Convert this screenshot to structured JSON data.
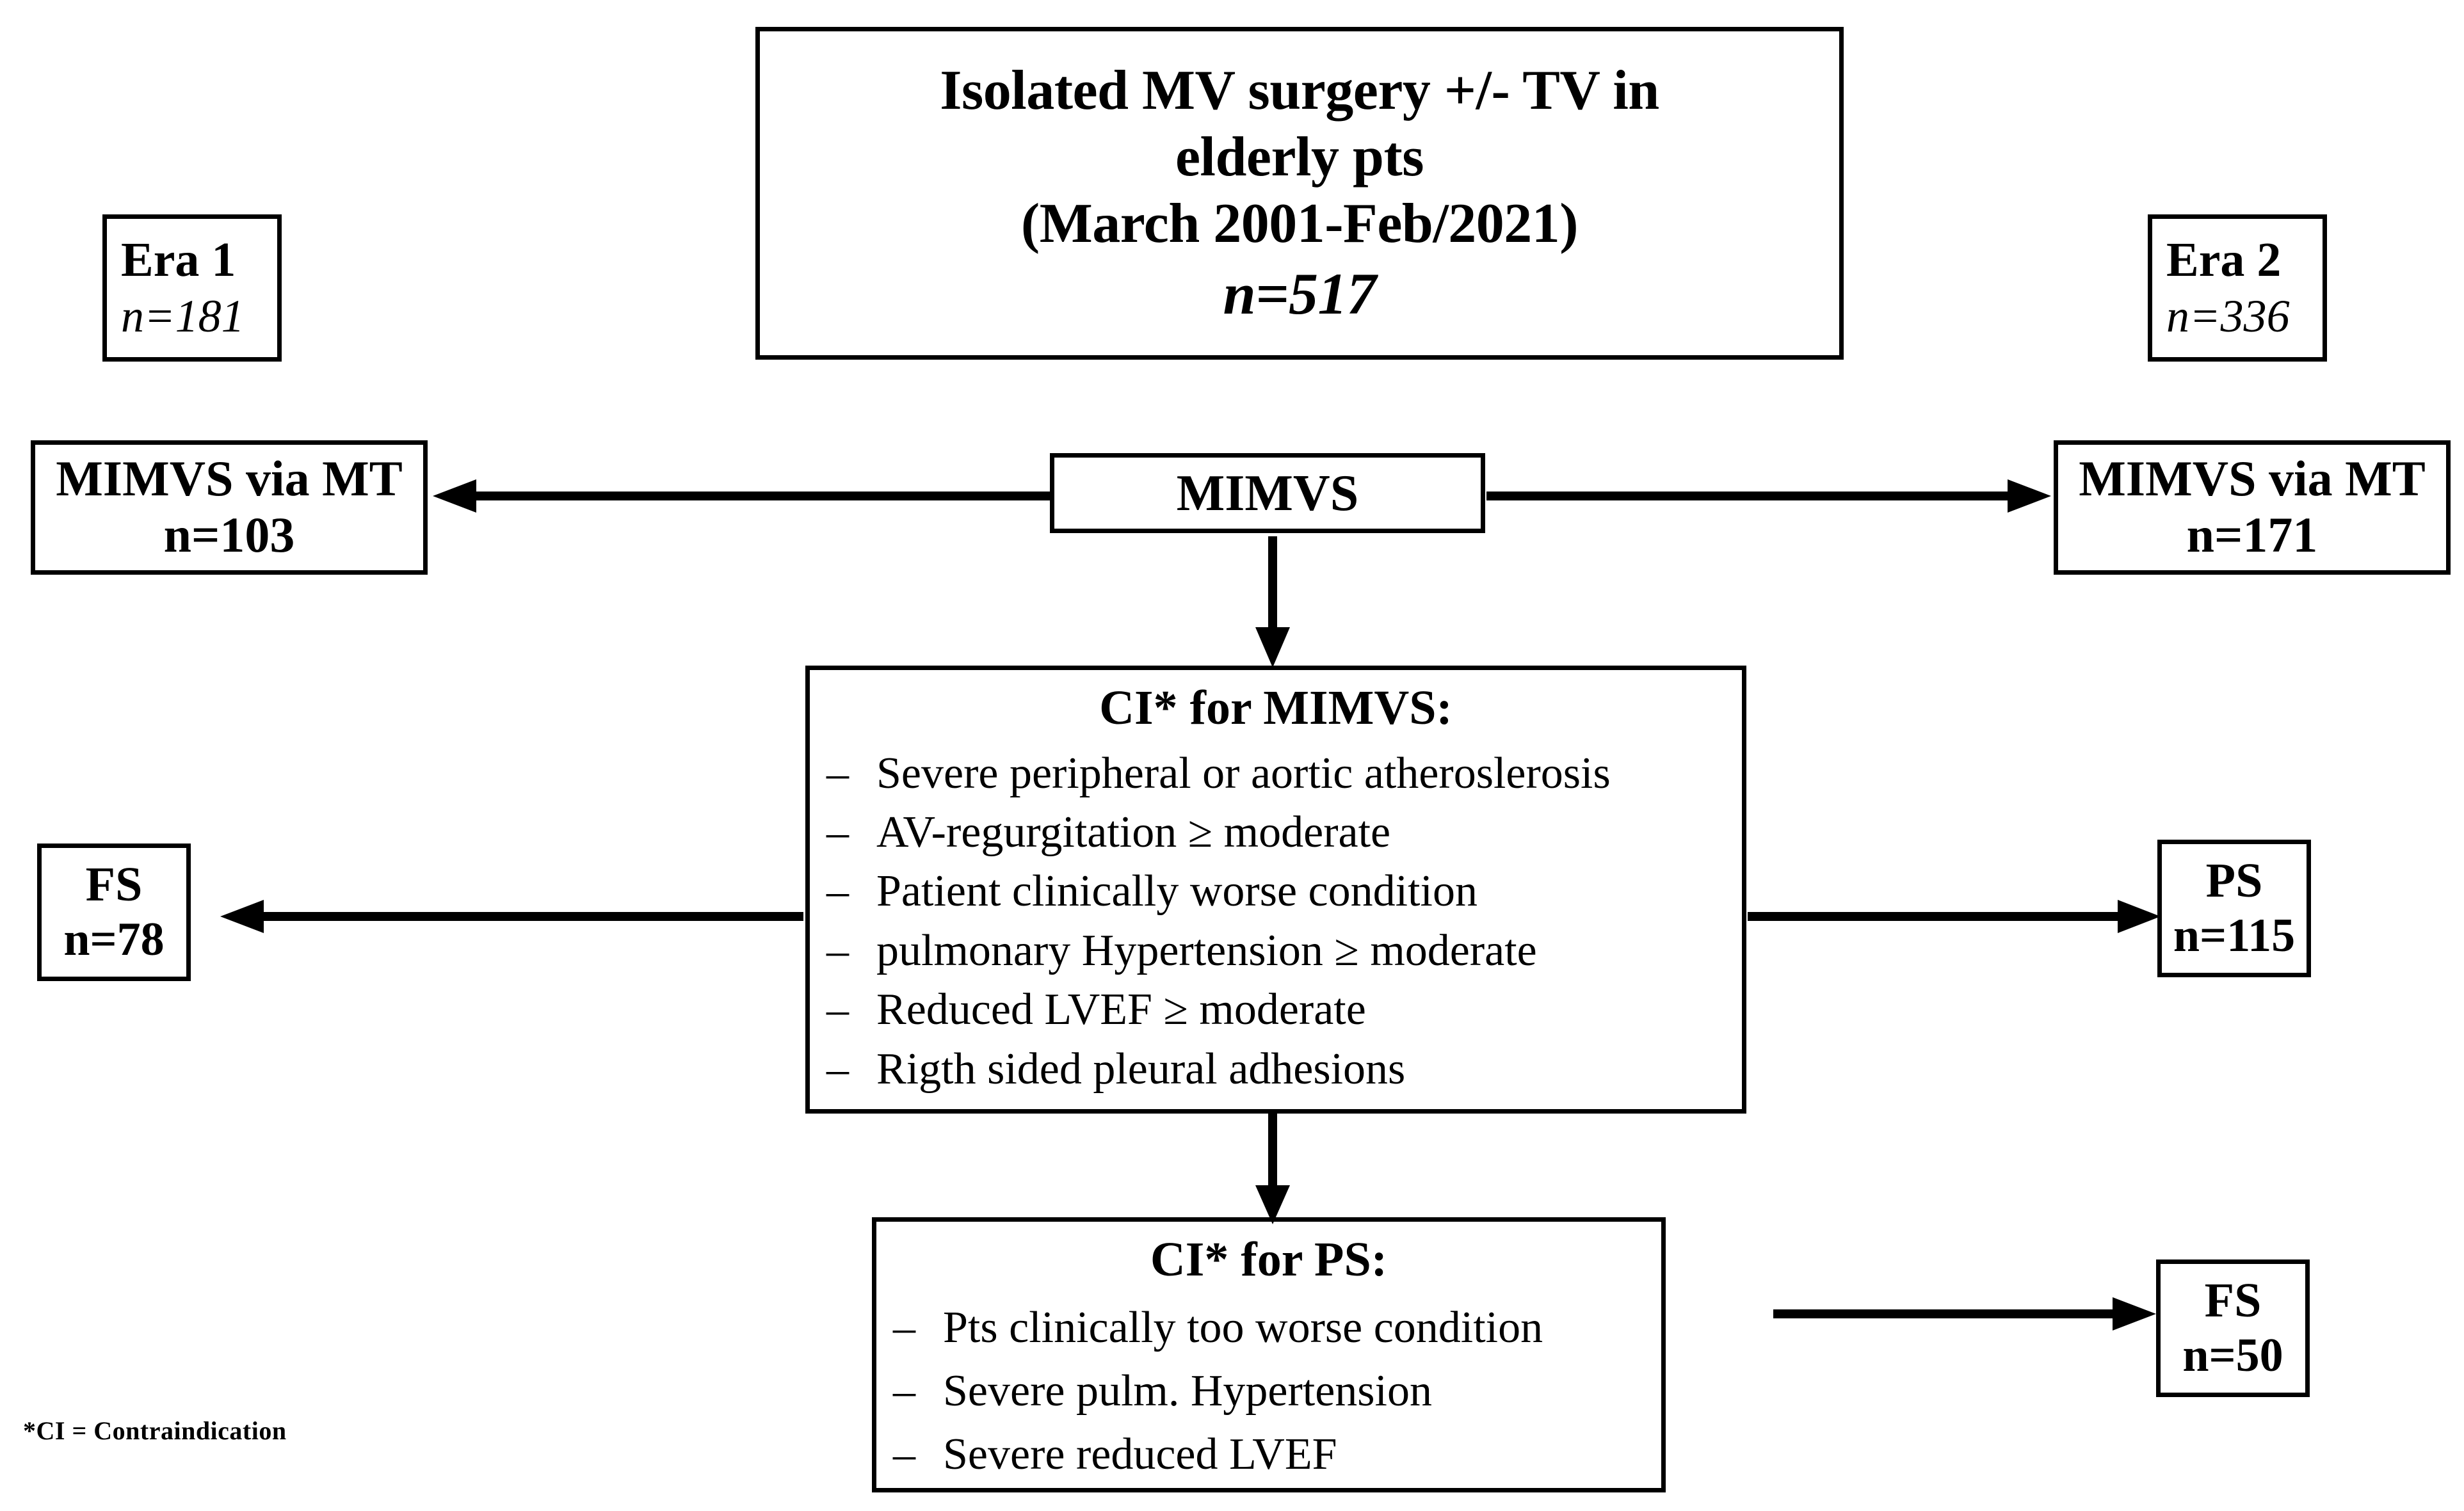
{
  "diagram": {
    "title_box": {
      "lines": [
        "Isolated MV surgery +/- TV in",
        "elderly pts",
        "(March 2001-Feb/2021)"
      ],
      "n_value": "n=517"
    },
    "era1": {
      "title": "Era 1",
      "n": "n=181"
    },
    "era2": {
      "title": "Era 2",
      "n": "n=336"
    },
    "mt_left": {
      "title": "MIMVS via MT",
      "n": "n=103"
    },
    "mt_right": {
      "title": "MIMVS via MT",
      "n": "n=171"
    },
    "mimvs": {
      "label": "MIMVS"
    },
    "ci_mimvs": {
      "heading": "CI* for MIMVS:",
      "dash": "–",
      "items": [
        "Severe peripheral or aortic atheroslerosis",
        "AV-regurgitation ≥ moderate",
        "Patient clinically worse condition",
        "pulmonary Hypertension ≥  moderate",
        "Reduced LVEF ≥  moderate",
        "Rigth sided pleural adhesions"
      ]
    },
    "ci_ps": {
      "heading": "CI* for PS:",
      "dash": "–",
      "items": [
        "Pts clinically  too worse condition",
        "Severe pulm. Hypertension",
        "Severe reduced LVEF"
      ]
    },
    "fs78": {
      "title": "FS",
      "n": "n=78"
    },
    "ps115": {
      "title": "PS",
      "n": "n=115"
    },
    "fs50": {
      "title": "FS",
      "n": "n=50"
    },
    "footnote": "*CI = Contraindication",
    "colors": {
      "stroke": "#000000",
      "background": "#ffffff"
    }
  }
}
